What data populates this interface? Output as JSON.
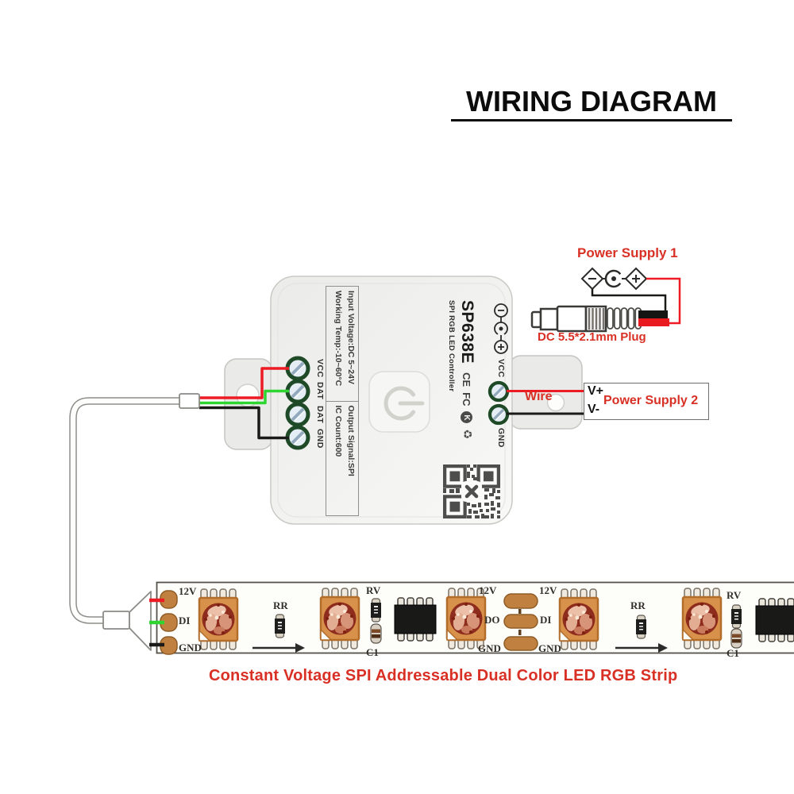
{
  "title": {
    "text": "WIRING DIAGRAM"
  },
  "power_supply_1": {
    "title": "Power Supply 1",
    "plug_label": "DC 5.5*2.1mm Plug"
  },
  "power_supply_2": {
    "title": "Power Supply 2",
    "v_plus": "V+",
    "v_minus": "V-"
  },
  "wire_label": "Wire",
  "controller": {
    "model": "SP638E",
    "subtitle": "SPI RGB LED Controller",
    "certifications": [
      "CE",
      "FC",
      "K",
      "♻"
    ],
    "specs": {
      "input_voltage": "Input Voltage:DC 5~24V",
      "working_temp": "Working Temp:-10~60°C",
      "output_signal": "Output Signal:SPI",
      "ic_count": "IC Count:600"
    },
    "left_terminals": [
      "VCC",
      "DAT",
      "DAT",
      "GND"
    ],
    "right_terminals": [
      "VCC",
      "GND"
    ]
  },
  "strip": {
    "caption": "Constant Voltage SPI Addressable Dual Color LED RGB Strip",
    "input_pads": [
      "12V",
      "DI",
      "GND"
    ],
    "cut_point_left": [
      "12V",
      "DO",
      "GND"
    ],
    "cut_point_right": [
      "12V",
      "DI",
      "GND"
    ],
    "component_labels": {
      "rr": "RR",
      "rv": "RV",
      "c1": "C1"
    }
  },
  "colors": {
    "accent_red": "#d93025",
    "wire_red": "#ed1c24",
    "wire_green": "#2fd631",
    "wire_black": "#1a1a18",
    "pad_copper": "#c0803f",
    "led_frame": "#d8914a",
    "led_core": "#8e2c1e"
  }
}
